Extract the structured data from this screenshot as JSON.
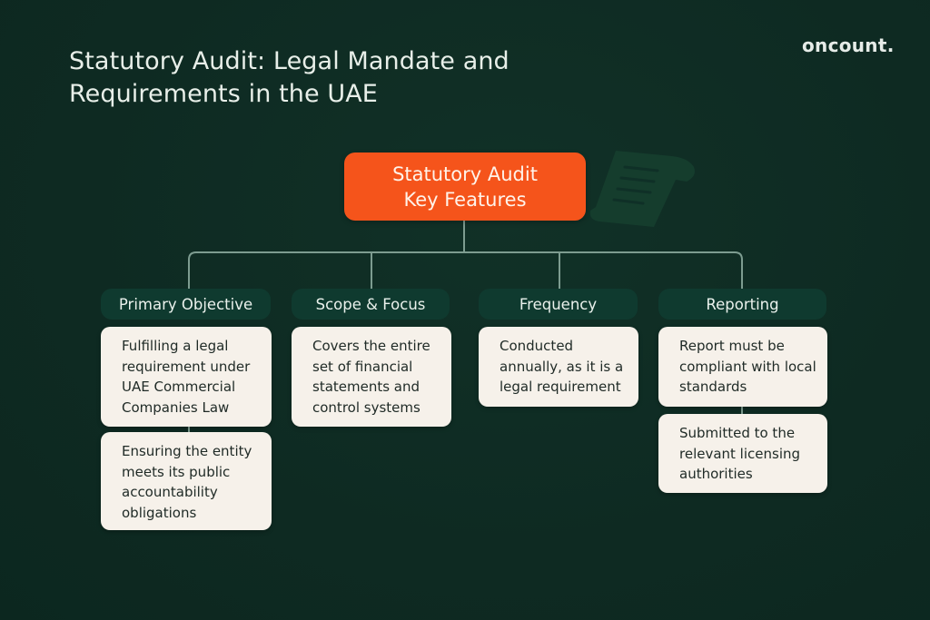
{
  "header": {
    "title_line1": "Statutory Audit: Legal Mandate and",
    "title_line2": "Requirements in the UAE",
    "brand": "oncount."
  },
  "root": {
    "line1": "Statutory Audit",
    "line2": "Key Features",
    "color": "#f5541b",
    "decorative_icon": "scroll-document-icon"
  },
  "branches": [
    {
      "label": "Primary Objective",
      "cards": [
        "Fulfilling a legal requirement under UAE Commercial Companies Law",
        "Ensuring the entity meets its public accountability obligations"
      ]
    },
    {
      "label": "Scope & Focus",
      "cards": [
        "Covers the entire set of financial statements and control systems"
      ]
    },
    {
      "label": "Frequency",
      "cards": [
        "Conducted annually, as it is a legal requirement"
      ]
    },
    {
      "label": "Reporting",
      "cards": [
        "Report must be compliant with local standards",
        "Submitted to the relevant licensing authorities"
      ]
    }
  ],
  "colors": {
    "background": "#0e2a22",
    "accent": "#f5541b",
    "pill": "#0f3a2f",
    "card": "#f6f1ea",
    "connector": "#7d9c90"
  }
}
